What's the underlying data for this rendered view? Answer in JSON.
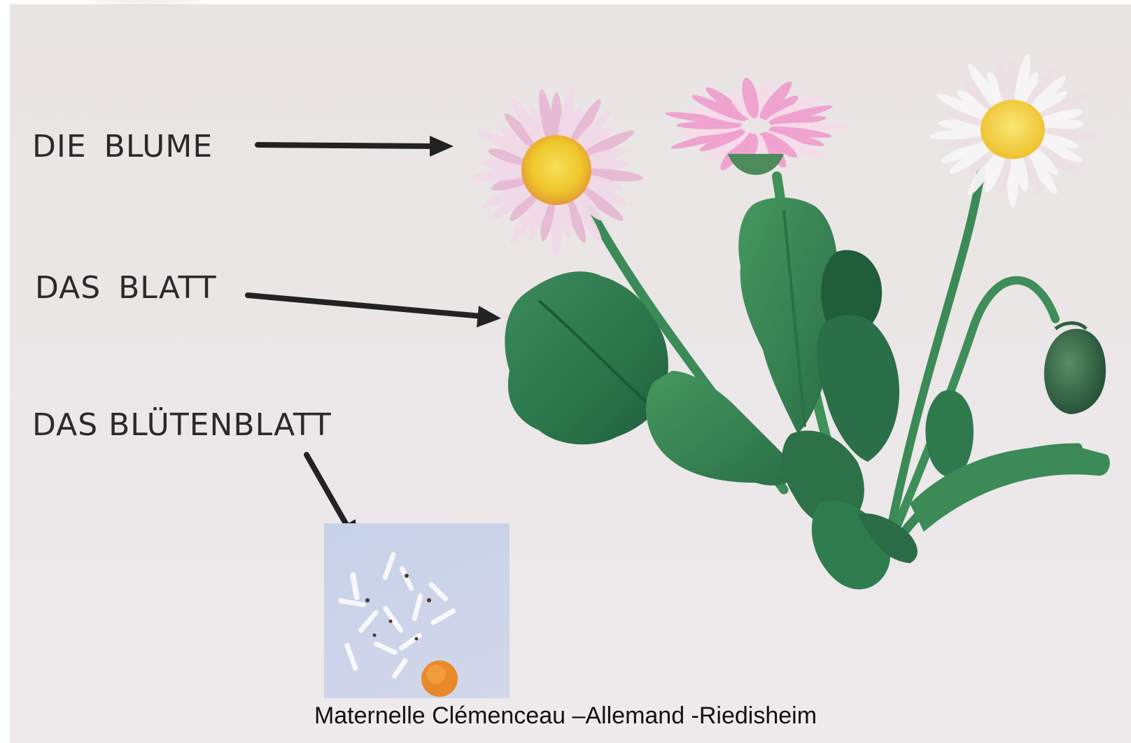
{
  "labels": {
    "flower": "DIE  BLUME",
    "leaf": "DAS  BLATT",
    "petal": "DAS BLÜTENBLATT"
  },
  "caption": "Maternelle Clémenceau –Allemand -Riedisheim",
  "colors": {
    "background": "#ebe7e8",
    "arrow": "#222222",
    "leaf_green": "#2e7a4f",
    "stem_green": "#3f8f5a",
    "petal_pink": "#e9a9cf",
    "petal_white": "#f6f3f5",
    "flower_center": "#f2c62a"
  }
}
